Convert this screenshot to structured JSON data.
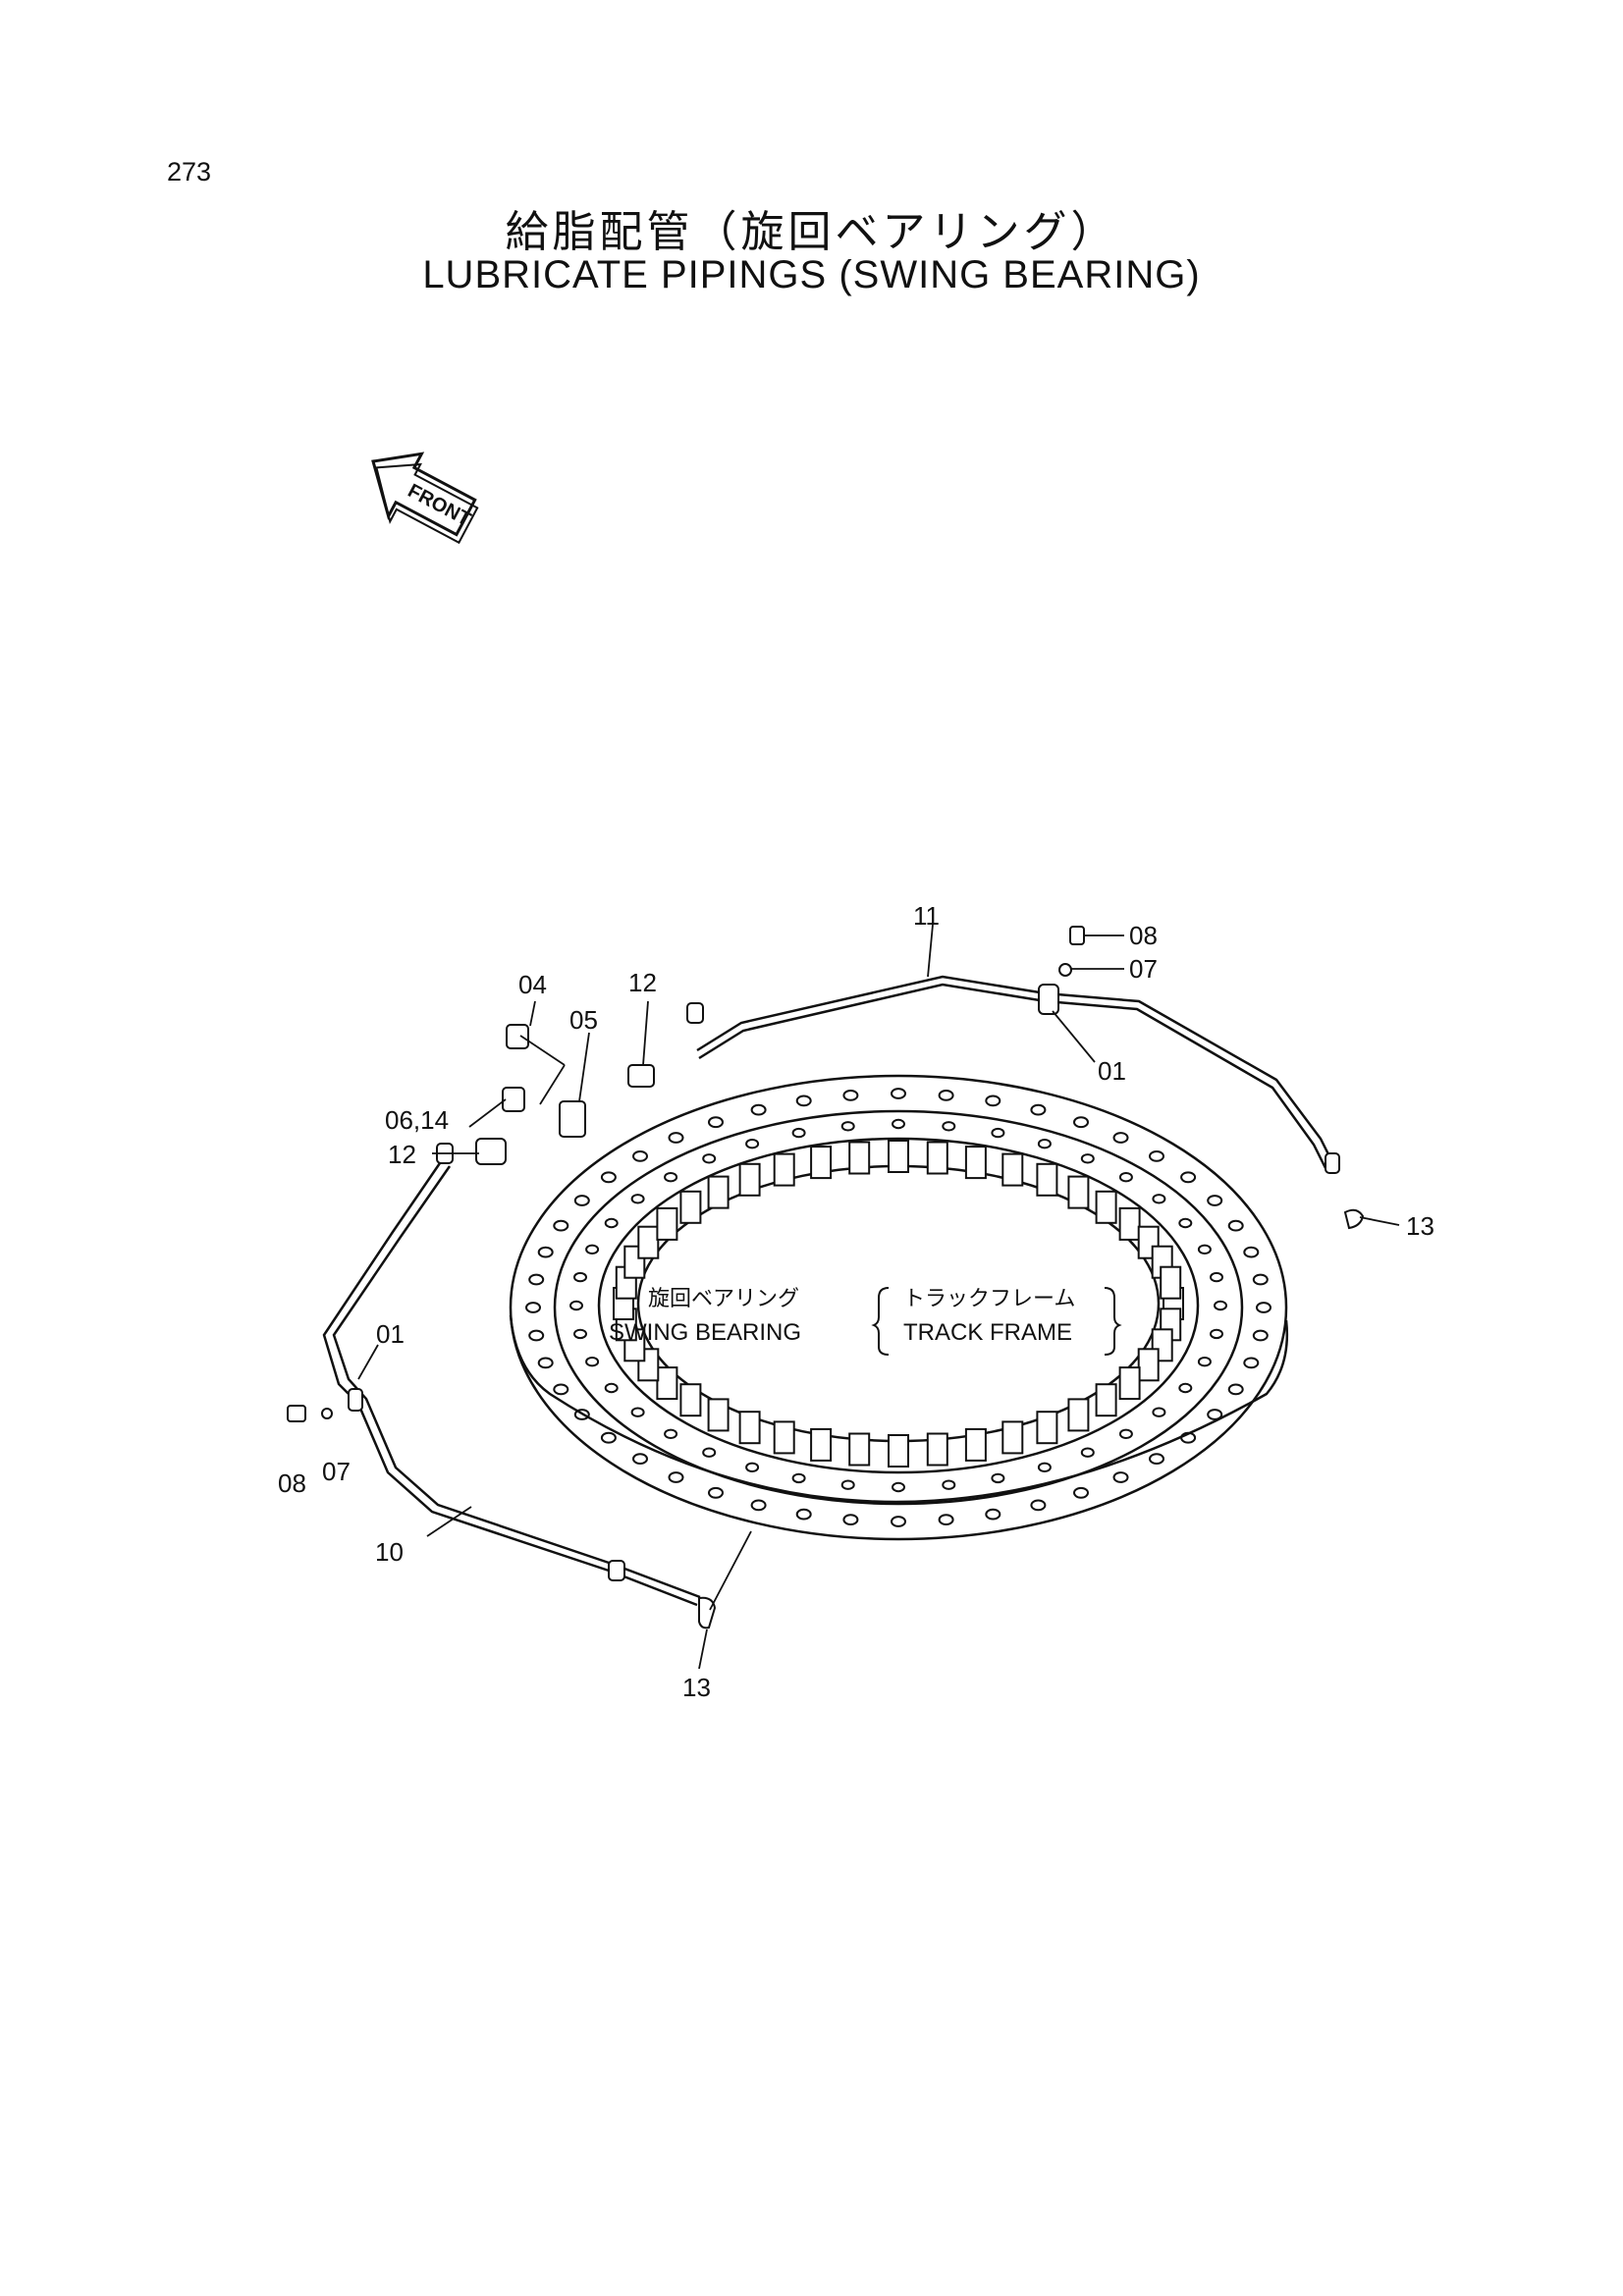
{
  "page_number": "273",
  "title_ja": "給脂配管（旋回ベアリング）",
  "title_en": "LUBRICATE PIPINGS (SWING BEARING)",
  "front_label": "FRONT",
  "bearing_label": {
    "ja_left": "旋回ベアリング",
    "en_left": "SWING BEARING",
    "ja_right": "トラックフレーム",
    "en_right": "TRACK FRAME"
  },
  "callouts": {
    "c11": "11",
    "c08_top": "08",
    "c07_top": "07",
    "c01_top": "01",
    "c04": "04",
    "c05": "05",
    "c12_top": "12",
    "c06_14": "06,14",
    "c12_left": "12",
    "c13_right": "13",
    "c01_left": "01",
    "c08_left": "08",
    "c07_left": "07",
    "c10": "10",
    "c13_bottom": "13"
  }
}
